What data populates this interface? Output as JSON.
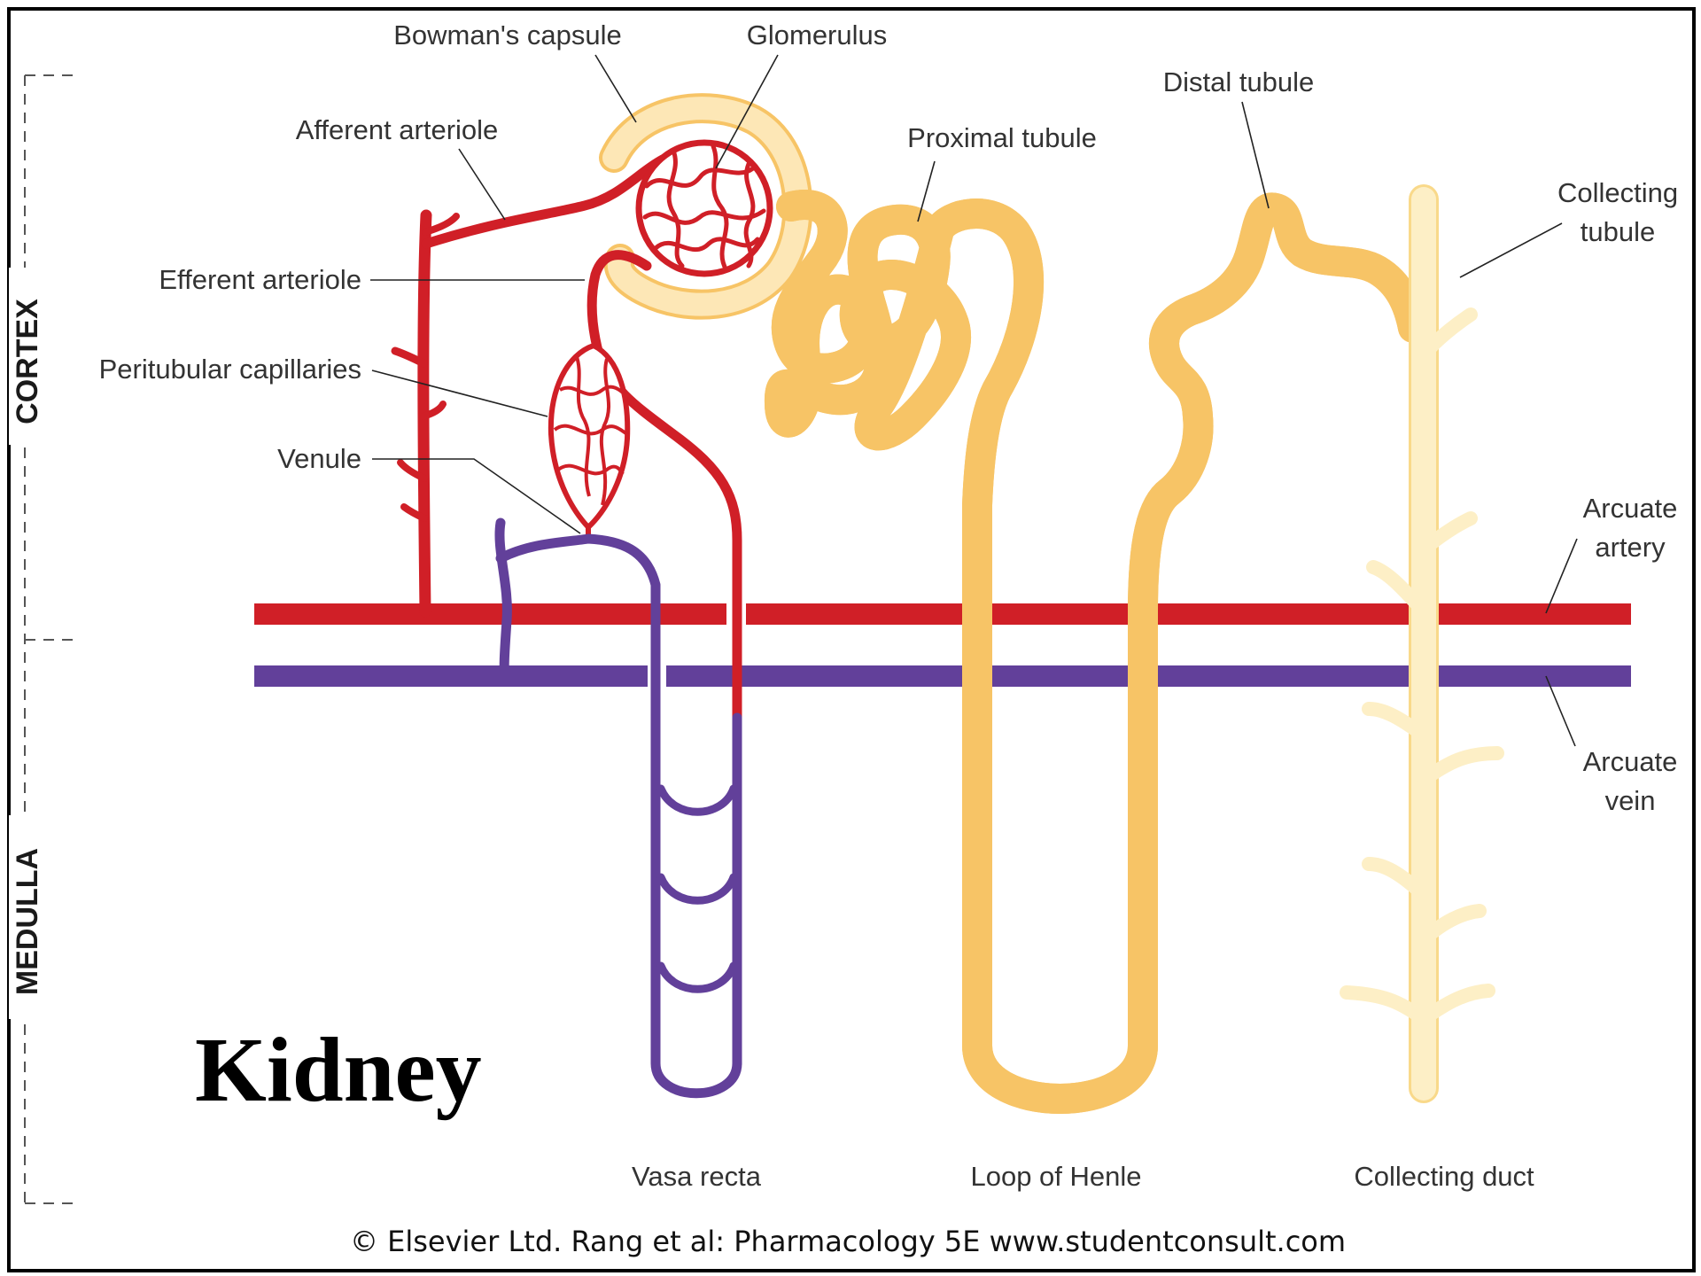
{
  "title": "Kidney",
  "zones": {
    "cortex": "CORTEX",
    "medulla": "MEDULLA"
  },
  "labels": {
    "bowmans_capsule": "Bowman's capsule",
    "glomerulus": "Glomerulus",
    "distal_tubule": "Distal tubule",
    "afferent_arteriole": "Afferent arteriole",
    "proximal_tubule": "Proximal tubule",
    "collecting_tubule_1": "Collecting",
    "collecting_tubule_2": "tubule",
    "efferent_arteriole": "Efferent arteriole",
    "peritubular_capillaries": "Peritubular capillaries",
    "venule": "Venule",
    "arcuate_artery_1": "Arcuate",
    "arcuate_artery_2": "artery",
    "arcuate_vein_1": "Arcuate",
    "arcuate_vein_2": "vein",
    "vasa_recta": "Vasa recta",
    "loop_of_henle": "Loop of Henle",
    "collecting_duct": "Collecting duct"
  },
  "credit": "© Elsevier Ltd. Rang et al: Pharmacology 5E www.studentconsult.com",
  "colors": {
    "artery": "#d01f27",
    "vein": "#62409a",
    "tubule_fill": "#fde7b6",
    "tubule_edge": "#f7c466",
    "duct_fill": "#fdefc6"
  }
}
